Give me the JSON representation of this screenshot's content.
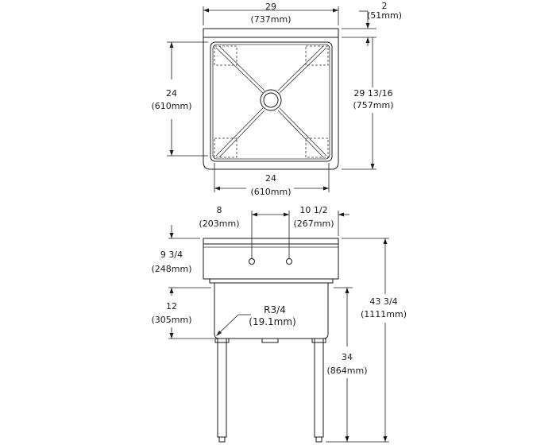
{
  "top_view": {
    "overall_width": {
      "in": "29",
      "mm": "(737mm)"
    },
    "backsplash": {
      "in": "2",
      "mm": "(51mm)"
    },
    "overall_depth": {
      "in": "29 13/16",
      "mm": "(757mm)"
    },
    "bowl_depth": {
      "in": "24",
      "mm": "(610mm)"
    },
    "bowl_width": {
      "in": "24",
      "mm": "(610mm)"
    }
  },
  "front_view": {
    "faucet_spacing": {
      "in": "8",
      "mm": "(203mm)"
    },
    "faucet_offset": {
      "in": "10 1/2",
      "mm": "(267mm)"
    },
    "backsplash_height": {
      "in": "9 3/4",
      "mm": "(248mm)"
    },
    "bowl_height": {
      "in": "12",
      "mm": "(305mm)"
    },
    "corner_radius": {
      "in": "R3/4",
      "mm": "(19.1mm)"
    },
    "overall_height": {
      "in": "43 3/4",
      "mm": "(1111mm)"
    },
    "rim_height": {
      "in": "34",
      "mm": "(864mm)"
    }
  },
  "colors": {
    "ink": "#1a1a1a",
    "paper": "#ffffff"
  }
}
